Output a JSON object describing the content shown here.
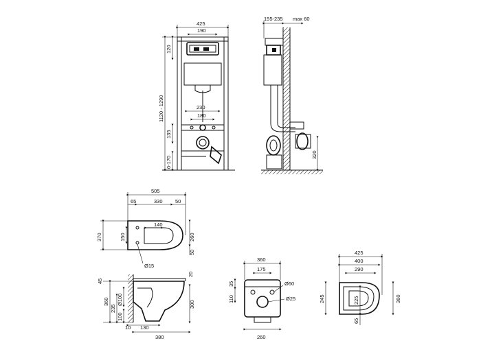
{
  "frame_front": {
    "width_outer": "425",
    "width_inner": "190",
    "top_offset": "120",
    "height_range": "1120 - 1290",
    "hole_spacing_outer": "230",
    "hole_spacing_inner": "180",
    "mid_offset": "135",
    "foot_range": "0-170"
  },
  "frame_side": {
    "depth_range": "155-235",
    "max_wall": "max 60",
    "outlet_height": "320"
  },
  "bowl_top": {
    "overall_length": "505",
    "left_offset": "65",
    "body_length": "330",
    "right_offset": "50",
    "seat_width": "140",
    "overall_width": "370",
    "hole_spacing": "150",
    "width_260": "260",
    "bottom_50": "50",
    "hole_diameter": "Ø15"
  },
  "bowl_side": {
    "top_45": "45",
    "right_20": "20",
    "height_360": "360",
    "height_235": "235",
    "pipe_d": "Ø100",
    "height_100": "100",
    "height_300": "300",
    "base_10": "10",
    "base_130": "130",
    "length_380": "380"
  },
  "bowl_rear": {
    "width_360": "360",
    "width_175": "175",
    "diam_60": "Ø60",
    "h_35": "35",
    "h_110": "110",
    "diam_25": "Ø25",
    "width_260": "260"
  },
  "seat_top": {
    "width_425": "425",
    "width_400": "400",
    "width_290": "290",
    "h_245": "245",
    "h_225": "225",
    "h_360": "360",
    "h_65": "65"
  }
}
